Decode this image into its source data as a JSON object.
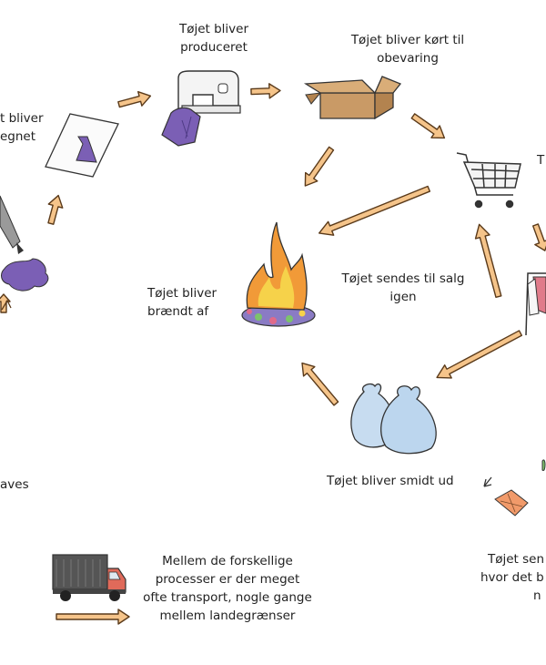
{
  "labels": {
    "designed": [
      "t bliver",
      "egnet"
    ],
    "produced": [
      "Tøjet bliver",
      "produceret"
    ],
    "stored": [
      "Tøjet bliver kørt til",
      "obevaring"
    ],
    "shop": "T",
    "burned": [
      "Tøjet bliver",
      "brændt af"
    ],
    "resold": [
      "Tøjet sendes til salg",
      "igen"
    ],
    "thrown": "Tøjet bliver smidt ud",
    "left_partial": "aves",
    "right_partial": [
      "Tøjet sen",
      "hvor det b",
      "n"
    ],
    "transport": [
      "Mellem de forskellige",
      "processer er der meget",
      "ofte transport, nogle gange",
      "mellem landegrænser"
    ]
  },
  "icons": [
    "dress-design-paper-icon",
    "sewing-machine-icon",
    "cardboard-box-icon",
    "shopping-cart-icon",
    "clothes-rack-icon",
    "fire-icon",
    "trash-bags-icon",
    "ink-splash-icon",
    "truck-icon",
    "arrow-icon",
    "fabric-scrap-icon"
  ],
  "colors": {
    "arrow_fill": "#f5c48a",
    "arrow_stroke": "#5a3a1a",
    "dress_purple": "#7b5fb5",
    "flame_yellow": "#f6d24a",
    "flame_orange": "#f19a38",
    "bag_blue": "#bcd6ee",
    "box_brown": "#c99a66",
    "truck_gray": "#555555",
    "truck_red": "#e06a5a"
  }
}
